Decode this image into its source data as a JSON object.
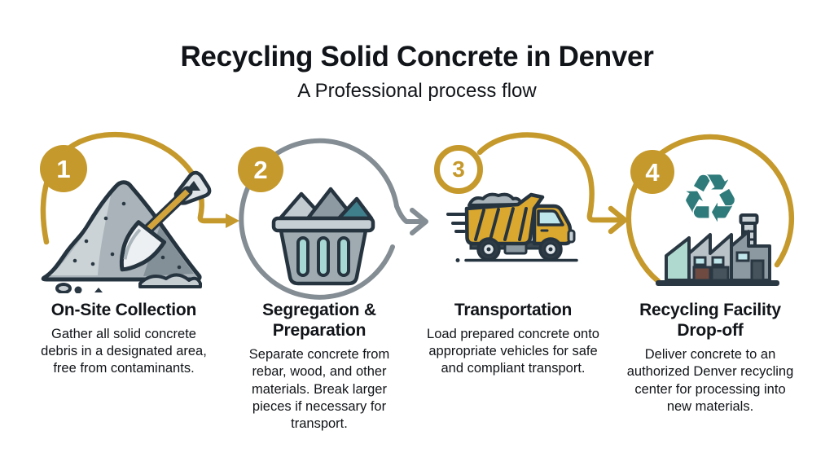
{
  "theme": {
    "gold": "#C5992B",
    "arrow_gray": "#838D93",
    "outline": "#263440",
    "teal_dark": "#2F7B7B",
    "truck_yellow": "#DAA72F",
    "text": "#111418",
    "background": "#FFFFFF"
  },
  "header": {
    "title": "Recycling Solid Concrete in Denver",
    "subtitle": "A Professional process flow"
  },
  "steps": [
    {
      "number": "1",
      "icon": "concrete-pile-shovel-icon",
      "heading": "On-Site Collection",
      "description": "Gather all solid concrete debris in a designated area, free from contaminants."
    },
    {
      "number": "2",
      "icon": "sorting-basket-icon",
      "heading": "Segregation & Preparation",
      "description": "Separate concrete from rebar, wood, and other materials. Break larger pieces if necessary for transport."
    },
    {
      "number": "3",
      "icon": "dump-truck-icon",
      "heading": "Transportation",
      "description": "Load prepared concrete onto appropriate vehicles for safe and compliant transport."
    },
    {
      "number": "4",
      "icon": "recycling-facility-icon",
      "heading": "Recycling Facility Drop-off",
      "description": "Deliver concrete to an authorized Denver recycling center for processing into new materials."
    }
  ]
}
